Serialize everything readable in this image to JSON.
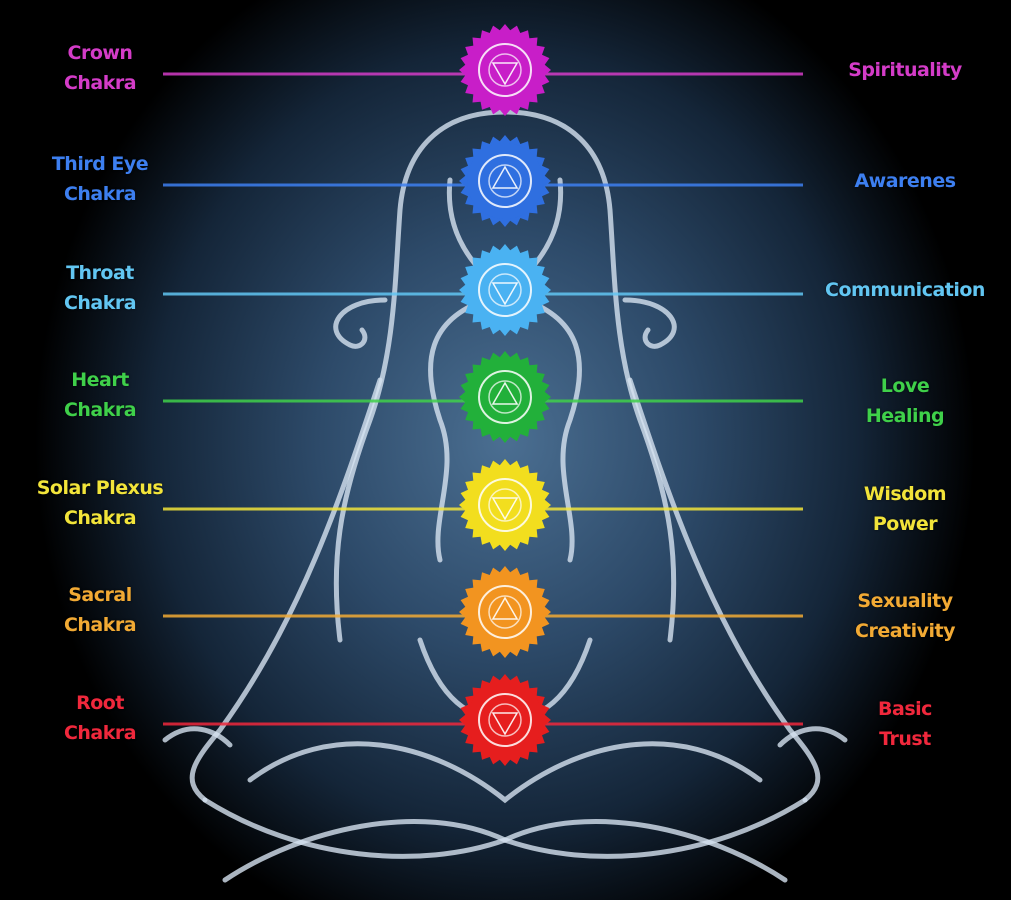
{
  "title": "Chakra diagram",
  "chakras": [
    {
      "name": "Crown",
      "left": [
        "Crown",
        "Chakra"
      ],
      "right": [
        "Spirituality"
      ],
      "color": "#c81ec8",
      "label_color": "#d43cc8",
      "icon": "om-symbol-icon"
    },
    {
      "name": "Third Eye",
      "left": [
        "Third Eye",
        "Chakra"
      ],
      "right": [
        "Awarenes"
      ],
      "color": "#2f6fe0",
      "label_color": "#3d7ff0",
      "icon": "third-eye-symbol-icon"
    },
    {
      "name": "Throat",
      "left": [
        "Throat",
        "Chakra"
      ],
      "right": [
        "Communication"
      ],
      "color": "#4ab2f2",
      "label_color": "#62c6f2",
      "icon": "throat-symbol-icon"
    },
    {
      "name": "Heart",
      "left": [
        "Heart",
        "Chakra"
      ],
      "right": [
        "Love",
        "Healing"
      ],
      "color": "#22b03a",
      "label_color": "#3fd04a",
      "icon": "heart-symbol-icon"
    },
    {
      "name": "Solar Plexus",
      "left": [
        "Solar Plexus",
        "Chakra"
      ],
      "right": [
        "Wisdom",
        "Power"
      ],
      "color": "#f2de1e",
      "label_color": "#f2e43a",
      "icon": "solar-plexus-symbol-icon"
    },
    {
      "name": "Sacral",
      "left": [
        "Sacral",
        "Chakra"
      ],
      "right": [
        "Sexuality",
        "Creativity"
      ],
      "color": "#f29420",
      "label_color": "#f2aa34",
      "icon": "sacral-symbol-icon"
    },
    {
      "name": "Root",
      "left": [
        "Root",
        "Chakra"
      ],
      "right": [
        "Basic",
        "Trust"
      ],
      "color": "#e61e1e",
      "label_color": "#f0283c",
      "icon": "root-symbol-icon"
    }
  ]
}
